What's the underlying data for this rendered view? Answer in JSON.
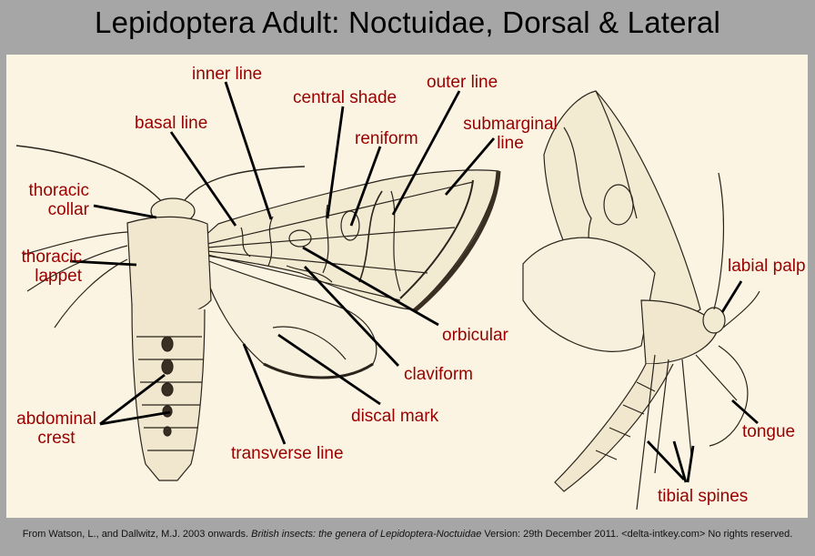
{
  "title": "Lepidoptera Adult: Noctuidae, Dorsal & Lateral",
  "labels": {
    "inner_line": "inner line",
    "central_shade": "central shade",
    "outer_line": "outer line",
    "basal_line": "basal line",
    "reniform": "reniform",
    "submarginal_line_1": "submarginal",
    "submarginal_line_2": "line",
    "thoracic_collar_1": "thoracic",
    "thoracic_collar_2": "collar",
    "thoracic_lappet_1": "thoracic",
    "thoracic_lappet_2": "lappet",
    "orbicular": "orbicular",
    "claviform": "claviform",
    "discal_mark": "discal mark",
    "abdominal_crest_1": "abdominal",
    "abdominal_crest_2": "crest",
    "transverse_line": "transverse line",
    "labial_palp": "labial palp",
    "tongue": "tongue",
    "tibial_spines": "tibial spines"
  },
  "credit": {
    "prefix": "From Watson, L., and Dallwitz, M.J. 2003 onwards. ",
    "italic": "British insects: the genera of Lepidoptera-Noctuidae",
    "suffix": " Version: 29th December 2011. <delta-intkey.com> No rights reserved."
  },
  "colors": {
    "label": "#990000",
    "background": "#a6a6a6",
    "panel": "#fbf4e2"
  }
}
